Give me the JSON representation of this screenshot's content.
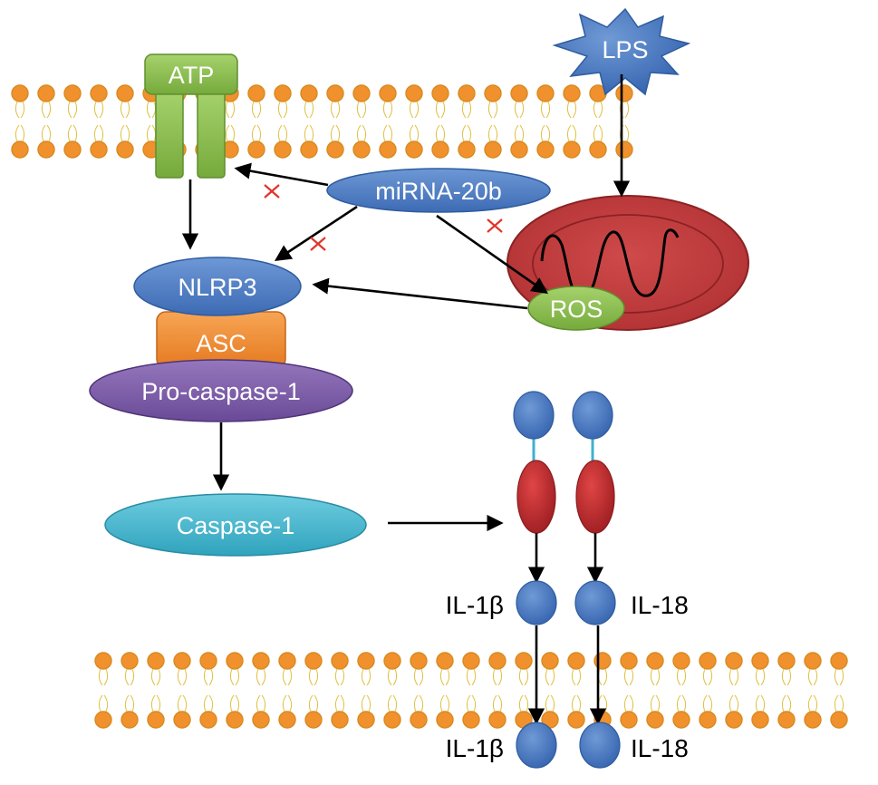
{
  "labels": {
    "atp": "ATP",
    "lps": "LPS",
    "mirna": "miRNA-20b",
    "nlrp3": "NLRP3",
    "asc": "ASC",
    "procasp": "Pro-caspase-1",
    "casp": "Caspase-1",
    "ros": "ROS",
    "il1b_inner": "IL-1β",
    "il18_inner": "IL-18",
    "il1b_outer": "IL-1β",
    "il18_outer": "IL-18"
  },
  "colors": {
    "atp_green": "#8bbf50",
    "lps_blue": "#4a7ec0",
    "mirna_blue": "#4a7ec0",
    "nlrp3_blue": "#4a7ec0",
    "asc_orange": "#f08a30",
    "procasp_purple": "#7b5aa6",
    "casp_teal": "#45b8cf",
    "mito_red": "#c0393b",
    "ros_green": "#8bbf50",
    "cytokine_blue": "#3f73c2",
    "cytokine_red": "#c0262c",
    "inhibit_x": "#e0352a",
    "lipid_orange": "#f0912e"
  }
}
